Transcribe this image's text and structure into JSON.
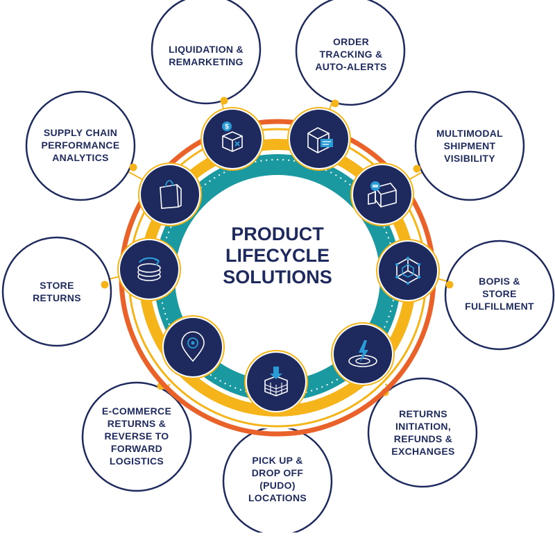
{
  "title_lines": [
    "PRODUCT",
    "LIFECYCLE",
    "SOLUTIONS"
  ],
  "colors": {
    "navy": "#1e2a5e",
    "teal": "#1a9aa0",
    "yellow": "#f4b41a",
    "orange": "#e9622a",
    "accent_blue": "#2b9bd6"
  },
  "solutions": [
    {
      "key": "liquidation",
      "icon": "box-dollar-icon",
      "lines": [
        "LIQUIDATION &",
        "REMARKETING"
      ]
    },
    {
      "key": "order-tracking",
      "icon": "box-label-icon",
      "lines": [
        "ORDER",
        "TRACKING &",
        "AUTO-ALERTS"
      ]
    },
    {
      "key": "multimodal",
      "icon": "truck-icon",
      "lines": [
        "MULTIMODAL",
        "SHIPMENT",
        "VISIBILITY"
      ]
    },
    {
      "key": "bopis",
      "icon": "network-cube-icon",
      "lines": [
        "BOPIS &",
        "STORE",
        "FULFILLMENT"
      ]
    },
    {
      "key": "returns-initiation",
      "icon": "gear-lightning-icon",
      "lines": [
        "RETURNS",
        "INITIATION,",
        "REFUNDS &",
        "EXCHANGES"
      ]
    },
    {
      "key": "pudo",
      "icon": "grid-arrow-icon",
      "lines": [
        "PICK UP &",
        "DROP OFF",
        "(PUDO)",
        "LOCATIONS"
      ]
    },
    {
      "key": "ecommerce-returns",
      "icon": "location-pin-icon",
      "lines": [
        "E-COMMERCE",
        "RETURNS &",
        "REVERSE TO",
        "FORWARD",
        "LOGISTICS"
      ]
    },
    {
      "key": "store-returns",
      "icon": "coins-return-icon",
      "lines": [
        "STORE",
        "RETURNS"
      ]
    },
    {
      "key": "analytics",
      "icon": "shopping-bag-icon",
      "lines": [
        "SUPPLY CHAIN",
        "PERFORMANCE",
        "ANALYTICS"
      ]
    }
  ]
}
